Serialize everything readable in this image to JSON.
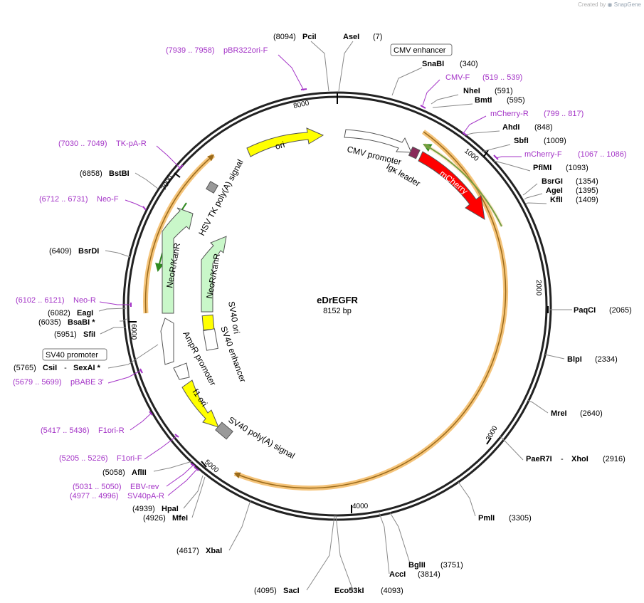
{
  "credit": {
    "created_by": "Created by",
    "brand": "SnapGene"
  },
  "plasmid": {
    "name": "eDrEGFR",
    "size": "8152 bp"
  },
  "ticks": [
    "1000",
    "2000",
    "3000",
    "4000",
    "5000",
    "6000",
    "7000",
    "8000"
  ],
  "sites": [
    {
      "name": "PciI",
      "pos": "(8094)"
    },
    {
      "name": "AseI",
      "pos": "(7)"
    },
    {
      "name": "SnaBI",
      "pos": "(340)"
    },
    {
      "name": "NheI",
      "pos": "(591)"
    },
    {
      "name": "BmtI",
      "pos": "(595)"
    },
    {
      "name": "AhdI",
      "pos": "(848)"
    },
    {
      "name": "SbfI",
      "pos": "(1009)"
    },
    {
      "name": "PflMI",
      "pos": "(1093)"
    },
    {
      "name": "BsrGI",
      "pos": "(1354)"
    },
    {
      "name": "AgeI",
      "pos": "(1395)"
    },
    {
      "name": "KflI",
      "pos": "(1409)"
    },
    {
      "name": "PaqCI",
      "pos": "(2065)"
    },
    {
      "name": "BlpI",
      "pos": "(2334)"
    },
    {
      "name": "MreI",
      "pos": "(2640)"
    },
    {
      "name": "PaeR7I",
      "sep": " - ",
      "name2": "XhoI",
      "pos": "(2916)"
    },
    {
      "name": "PmlI",
      "pos": "(3305)"
    },
    {
      "name": "BglII",
      "pos": "(3751)"
    },
    {
      "name": "AccI",
      "pos": "(3814)"
    },
    {
      "name": "Eco53kI",
      "pos": "(4093)"
    },
    {
      "name": "SacI",
      "pos": "(4095)"
    },
    {
      "name": "XbaI",
      "pos": "(4617)"
    },
    {
      "name": "MfeI",
      "pos": "(4926)"
    },
    {
      "name": "HpaI",
      "pos": "(4939)"
    },
    {
      "name": "AflII",
      "pos": "(5058)"
    },
    {
      "name": "CsiI",
      "sep": "  - ",
      "name2": "SexAI *",
      "pos": "(5765)"
    },
    {
      "name": "SfiI",
      "pos": "(5951)"
    },
    {
      "name": "BsaBI *",
      "pos": "(6035)"
    },
    {
      "name": "EagI",
      "pos": "(6082)"
    },
    {
      "name": "BsrDI",
      "pos": "(6409)"
    },
    {
      "name": "BstBI",
      "pos": "(6858)"
    }
  ],
  "primers": [
    {
      "name": "pBR322ori-F",
      "range": "(7939 .. 7958)"
    },
    {
      "name": "CMV-F",
      "range": "(519 .. 539)"
    },
    {
      "name": "mCherry-R",
      "range": "(799 .. 817)"
    },
    {
      "name": "mCherry-F",
      "range": "(1067 .. 1086)"
    },
    {
      "name": "TK-pA-R",
      "range": "(7030 .. 7049)"
    },
    {
      "name": "Neo-F",
      "range": "(6712 .. 6731)"
    },
    {
      "name": "Neo-R",
      "range": "(6102 .. 6121)"
    },
    {
      "name": "pBABE 3'",
      "range": "(5679 .. 5699)"
    },
    {
      "name": "F1ori-R",
      "range": "(5417 .. 5436)"
    },
    {
      "name": "F1ori-F",
      "range": "(5205 .. 5226)"
    },
    {
      "name": "EBV-rev",
      "range": "(5031 .. 5050)"
    },
    {
      "name": "SV40pA-R",
      "range": "(4977 .. 4996)"
    }
  ],
  "boxed_features": [
    "CMV enhancer",
    "SV40 promoter"
  ],
  "features": [
    {
      "name": "ori",
      "color": "#ffff00"
    },
    {
      "name": "CMV promoter",
      "color": "#ffffff"
    },
    {
      "name": "Igκ leader",
      "color": "#8a2a5a"
    },
    {
      "name": "mCherry",
      "color": "#ff0000"
    },
    {
      "name": "HSV TK poly(A) signal",
      "color": "#999999"
    },
    {
      "name": "NeoR/KanR",
      "color": "#c9f7c9"
    },
    {
      "name": "SV40 ori",
      "color": "#ffff00"
    },
    {
      "name": "SV40 enhancer",
      "color": "#ffffff"
    },
    {
      "name": "AmpR promoter",
      "color": "#ffffff"
    },
    {
      "name": "f1 ori",
      "color": "#ffff00"
    },
    {
      "name": "SV40 poly(A) signal",
      "color": "#999999"
    }
  ],
  "colors": {
    "primer": "#a434c7",
    "orf_highlight": "#f5c47a",
    "orf_line": "#9a6a1a",
    "green_orf": "#2f8a20"
  }
}
